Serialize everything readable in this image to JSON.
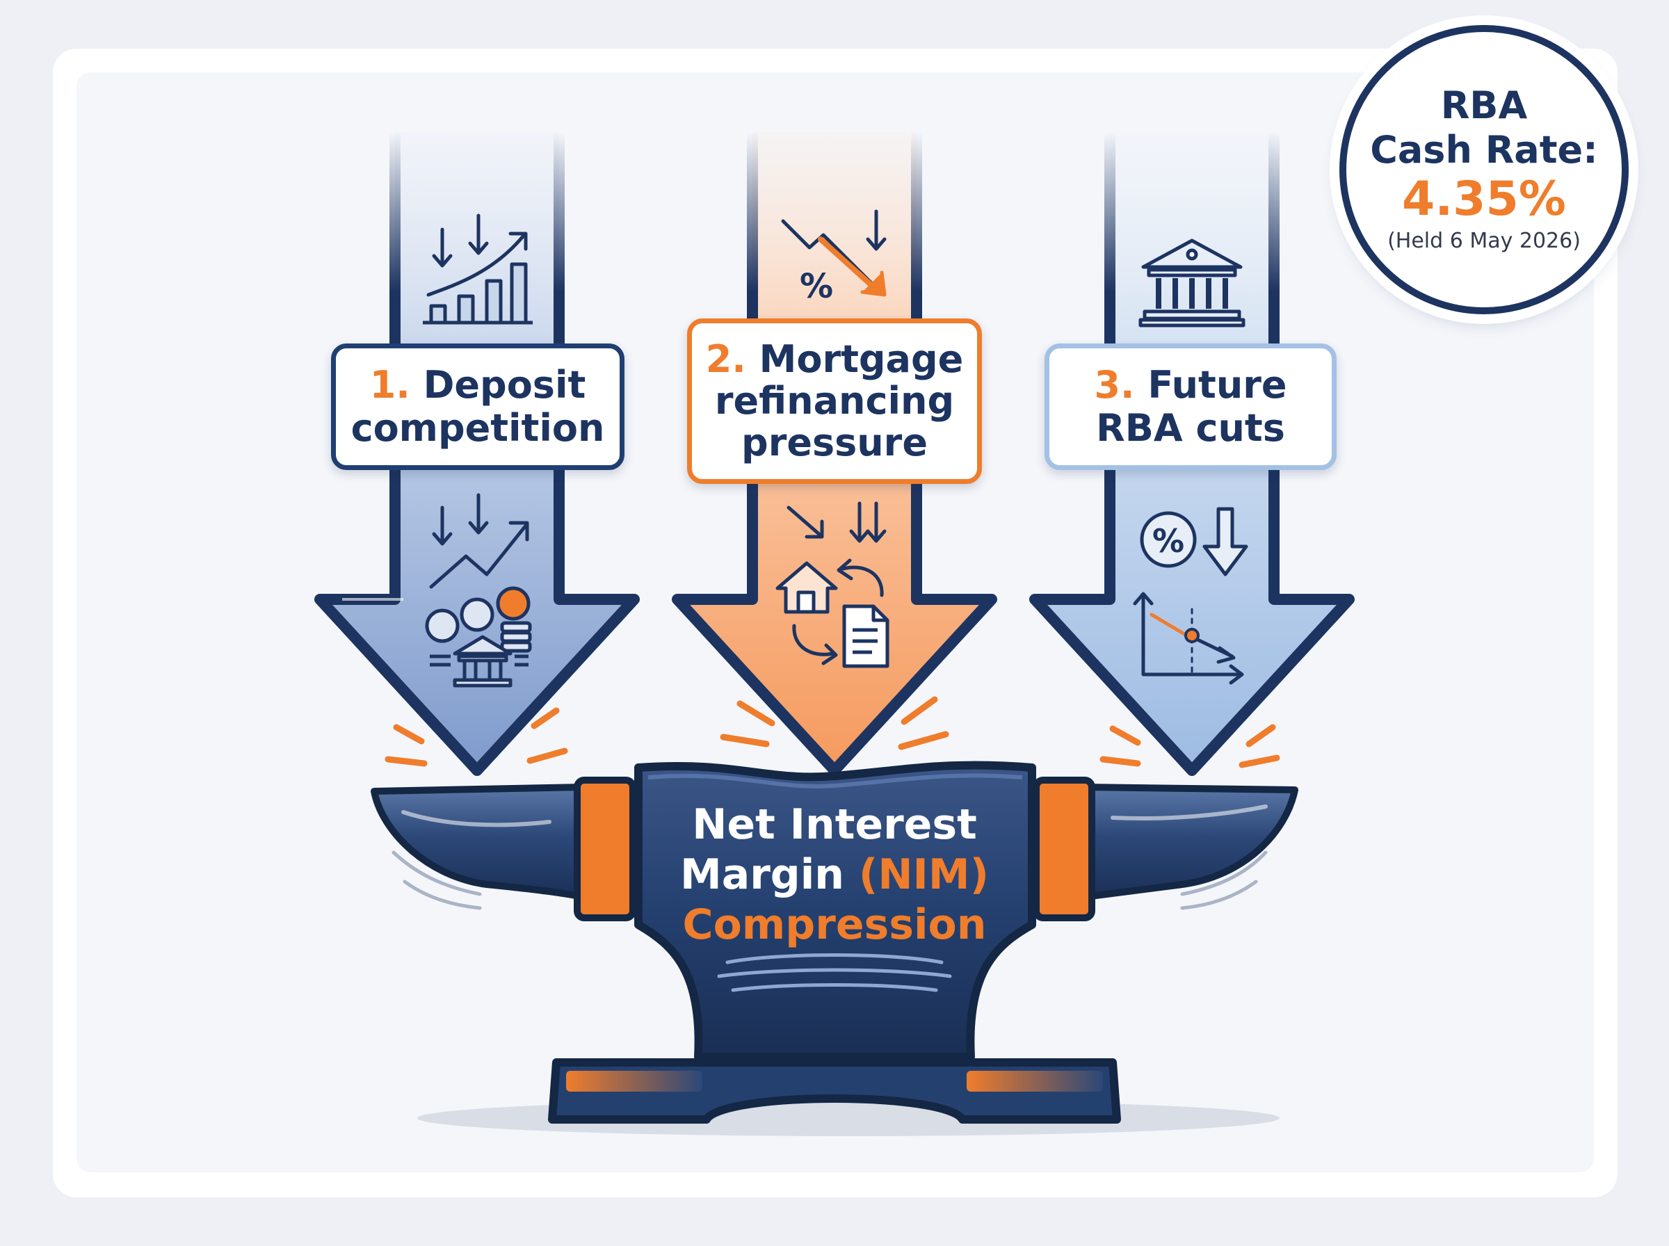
{
  "factors": [
    {
      "number": "1.",
      "line1": "Deposit",
      "line2": "competition"
    },
    {
      "number": "2.",
      "line1": "Mortgage",
      "line2": "refinancing",
      "line3": "pressure"
    },
    {
      "number": "3.",
      "line1": "Future",
      "line2": "RBA cuts"
    }
  ],
  "result": {
    "line1": "Net Interest",
    "line2_prefix": "Margin",
    "line2_highlight": "(NIM)",
    "line3": "Compression"
  },
  "badge": {
    "line1": "RBA",
    "line2": "Cash Rate:",
    "value": "4.35%",
    "note": "(Held 6 May 2026)"
  },
  "icons": {
    "factor1": [
      "down-arrows-icon",
      "growth-bars-icon",
      "trend-up-icon",
      "coins-icon",
      "bank-icon"
    ],
    "factor2": [
      "falling-percent-icon",
      "down-arrows-icon",
      "house-icon",
      "refresh-arrows-icon",
      "document-icon"
    ],
    "factor3": [
      "bank-icon",
      "percent-circle-icon",
      "down-arrow-icon",
      "rate-decline-chart-icon"
    ]
  },
  "colors": {
    "navy": "#1d3461",
    "orange": "#ef7d2c",
    "light_blue": "#a3c1e4",
    "panel": "#f8f9fc"
  }
}
